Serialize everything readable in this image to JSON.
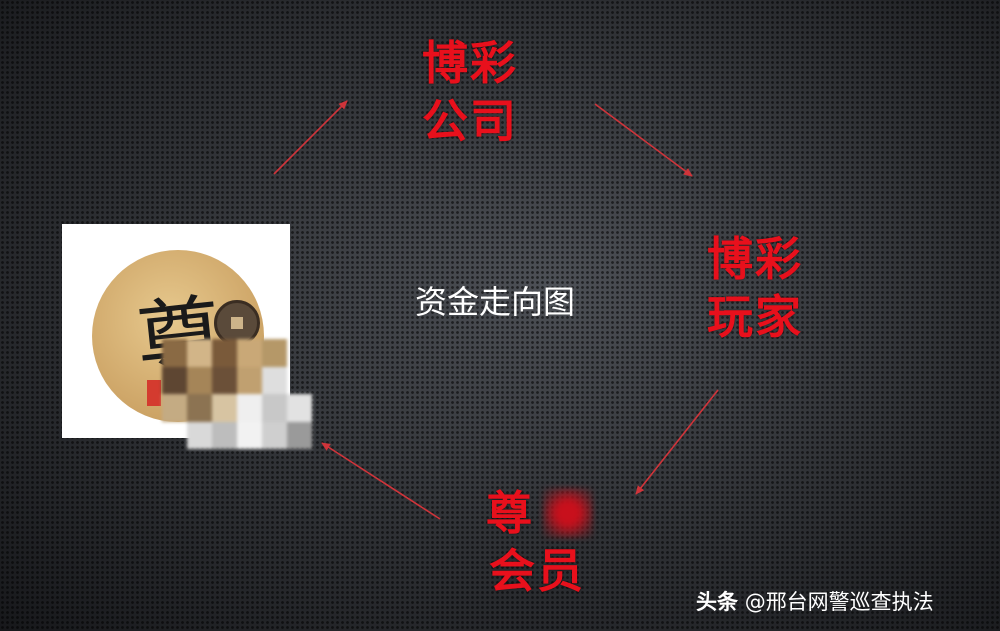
{
  "diagram": {
    "center_title": "资金走向图",
    "nodes": {
      "company": {
        "line1": "博彩",
        "line2": "公司"
      },
      "player": {
        "line1": "博彩",
        "line2": "玩家"
      },
      "member": {
        "line1": "尊",
        "line2": "会员"
      }
    }
  },
  "logo": {
    "glyph": "尊"
  },
  "watermark": {
    "source": "头条",
    "account": "@邢台网警巡查执法"
  },
  "colors": {
    "node_text": "#e8101c",
    "arrow": "#d0343a",
    "title_text": "#ffffff",
    "background": "#2e3034"
  }
}
